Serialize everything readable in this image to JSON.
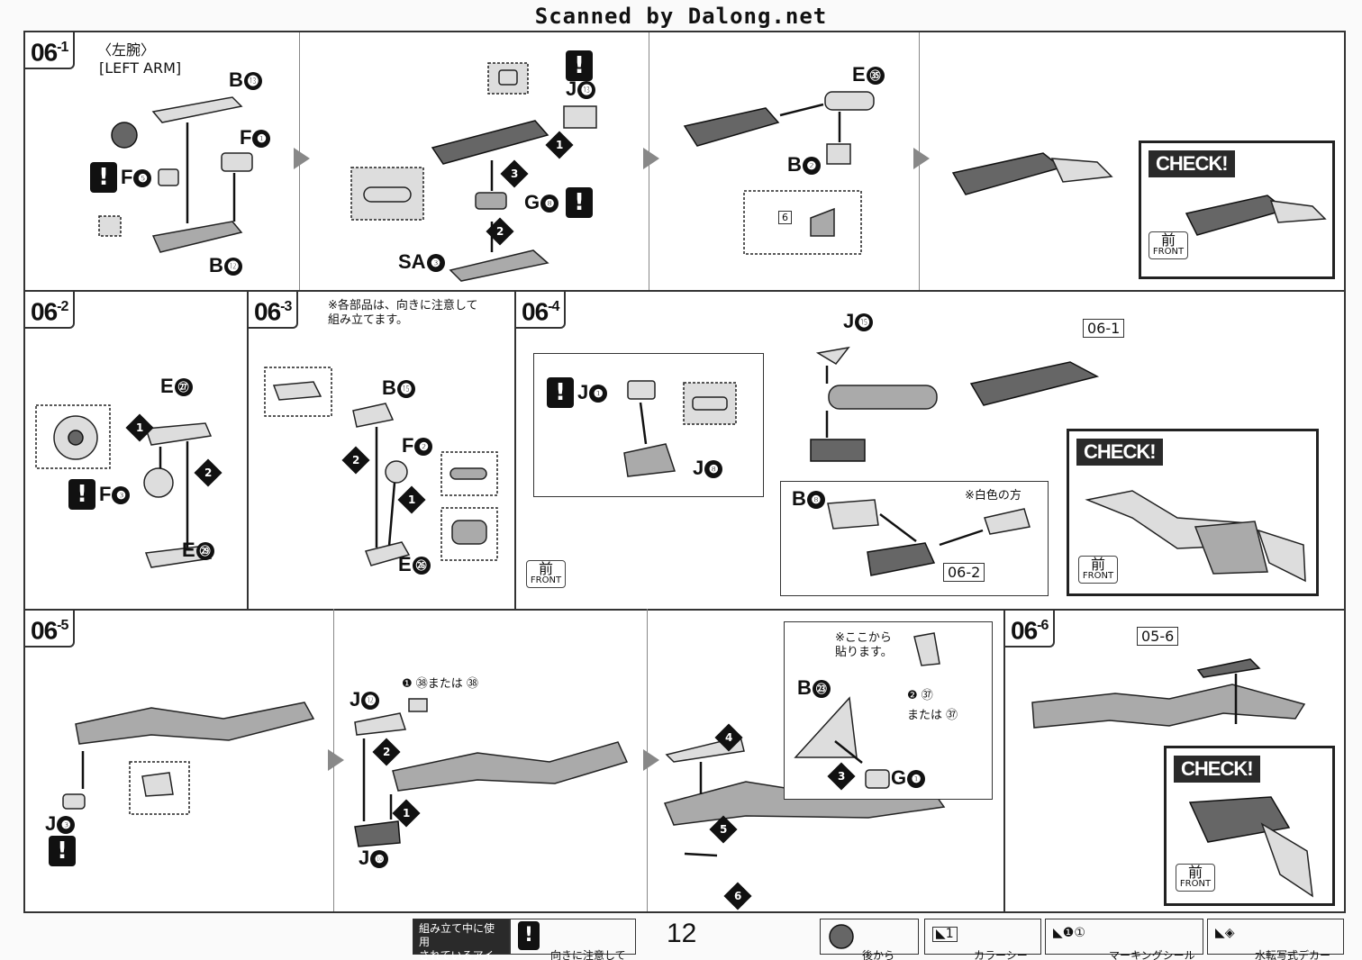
{
  "watermark": "Scanned by Dalong.net",
  "steps": {
    "s061": {
      "num": "06",
      "sub": "1",
      "title_jp": "〈左腕〉",
      "title_en": "[LEFT ARM]"
    },
    "s062": {
      "num": "06",
      "sub": "2"
    },
    "s063": {
      "num": "06",
      "sub": "3",
      "note": "※各部品は、向きに注意して\n組み立てます。"
    },
    "s064": {
      "num": "06",
      "sub": "4",
      "note": "※白色の方",
      "ref1": "06-1",
      "ref2": "06-2"
    },
    "s065": {
      "num": "06",
      "sub": "5",
      "decal_or": "または",
      "sticker_note": "※ここから\n貼ります。"
    },
    "s066": {
      "num": "06",
      "sub": "6",
      "ref": "05-6"
    }
  },
  "parts": {
    "b13": "B",
    "b13n": "⓭",
    "f1": "F",
    "f1n": "❶",
    "f5": "F",
    "f5n": "❺",
    "b12": "B",
    "b12n": "⓬",
    "j13": "J",
    "j13n": "⓭",
    "g8": "G",
    "g8n": "❽",
    "sa3": "SA",
    "sa3n": "❸",
    "e35": "E",
    "e35n": "㉟",
    "b2": "B",
    "b2n": "❷",
    "sticker6": "6",
    "e27": "E",
    "e27n": "㉗",
    "f3": "F",
    "f3n": "❸",
    "e29": "E",
    "e29n": "㉙",
    "b15": "B",
    "b15n": "⓯",
    "f2": "F",
    "f2n": "❷",
    "e26": "E",
    "e26n": "㉖",
    "j15": "J",
    "j15n": "⓯",
    "j1": "J",
    "j1n": "❶",
    "j8": "J",
    "j8n": "❽",
    "b8": "B",
    "b8n": "❽",
    "j12": "J",
    "j12n": "⓬",
    "j10": "J",
    "j10n": "❿",
    "j3": "J",
    "j3n": "❸",
    "b23": "B",
    "b23n": "㉓",
    "g1": "G",
    "g1n": "❶",
    "decal68": "❶ ㊳または",
    "decal68b": "㊳",
    "decal67": "❷ ㊲",
    "decal67b": "㊲"
  },
  "check_label": "CHECK!",
  "front": {
    "jp": "前",
    "en": "FRONT"
  },
  "footer": {
    "icons_used": "組み立て中に使用\nされているアイコン",
    "caution": "向きに注意して\n組み立てる",
    "page": "12",
    "later": "後から\n組み立てる",
    "color_seal": "カラーシール\nの番号",
    "marking_seal": "マーキングシール\nの番号",
    "water_decal": "水転写式デカール\nの番号"
  }
}
